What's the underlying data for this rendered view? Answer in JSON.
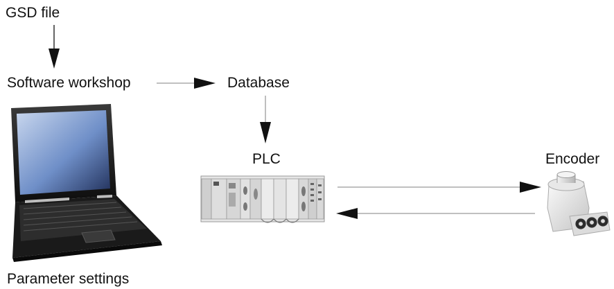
{
  "diagram": {
    "labels": {
      "gsd_file": "GSD file",
      "software_workshop": "Software workshop",
      "database": "Database",
      "plc": "PLC",
      "encoder": "Encoder",
      "parameter_settings": "Parameter settings"
    },
    "icons": {
      "laptop": "laptop-icon",
      "plc": "plc-rack-icon",
      "encoder": "rotary-encoder-icon"
    },
    "colors": {
      "text": "#111111",
      "arrow": "#111111",
      "line": "#9a9a9a"
    }
  }
}
